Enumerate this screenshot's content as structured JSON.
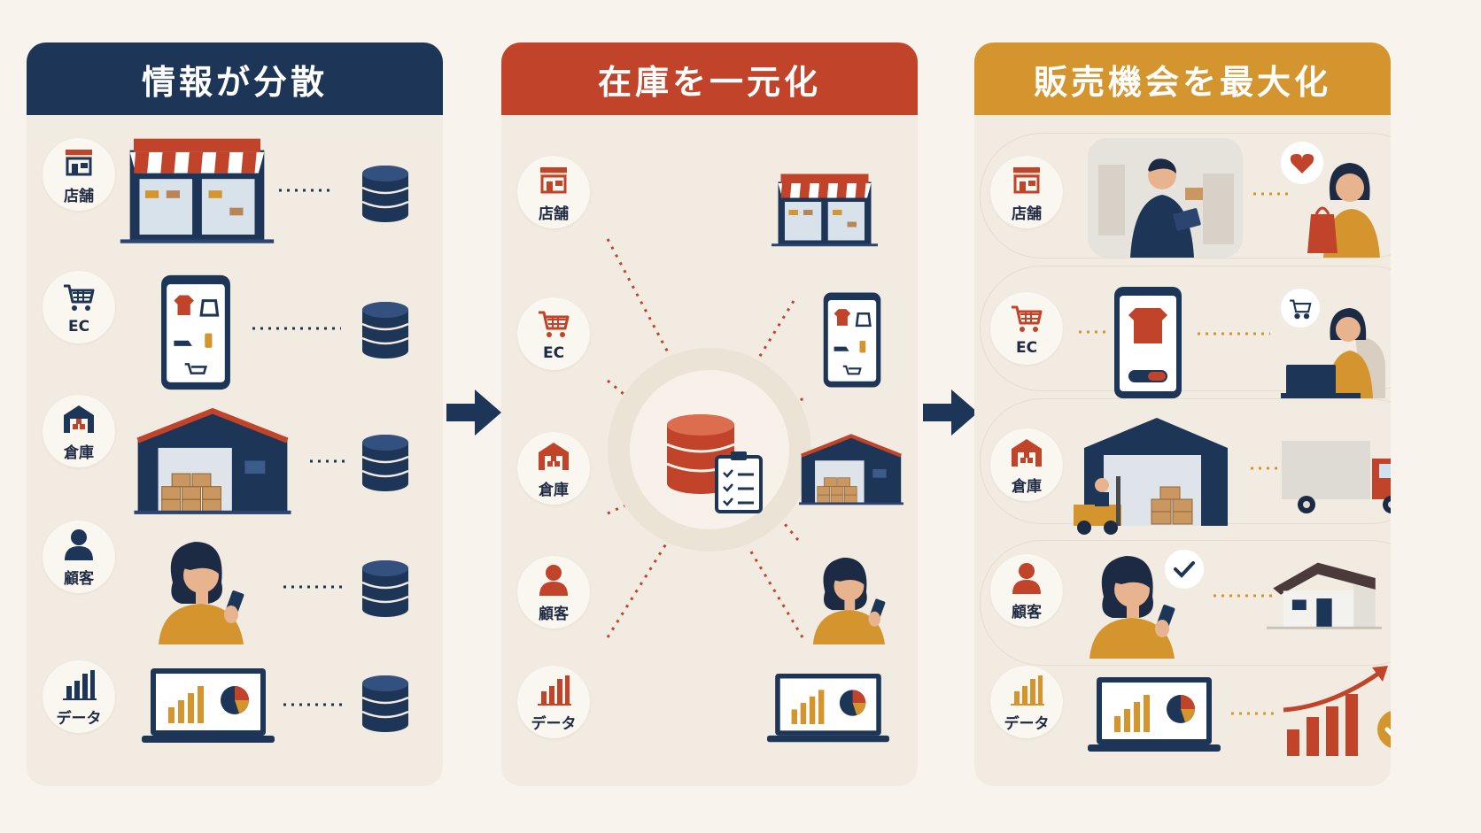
{
  "colors": {
    "navy": "#1d3557",
    "rust": "#c0432a",
    "mustard": "#d4952e",
    "cream": "#f2ebe1",
    "page": "#f8f3ec"
  },
  "panels": [
    {
      "title": "情報が分散",
      "header_color": "#1d3557",
      "rows": [
        {
          "label": "店舗",
          "icon": "store-icon"
        },
        {
          "label": "EC",
          "icon": "cart-icon"
        },
        {
          "label": "倉庫",
          "icon": "warehouse-icon"
        },
        {
          "label": "顧客",
          "icon": "person-icon"
        },
        {
          "label": "データ",
          "icon": "bar-chart-icon"
        }
      ]
    },
    {
      "title": "在庫を一元化",
      "header_color": "#c0432a",
      "rows": [
        {
          "label": "店舗",
          "icon": "store-icon"
        },
        {
          "label": "EC",
          "icon": "cart-icon"
        },
        {
          "label": "倉庫",
          "icon": "warehouse-icon"
        },
        {
          "label": "顧客",
          "icon": "person-icon"
        },
        {
          "label": "データ",
          "icon": "bar-chart-icon"
        }
      ]
    },
    {
      "title": "販売機会を最大化",
      "header_color": "#d4952e",
      "rows": [
        {
          "label": "店舗",
          "icon": "store-icon"
        },
        {
          "label": "EC",
          "icon": "cart-icon"
        },
        {
          "label": "倉庫",
          "icon": "warehouse-icon"
        },
        {
          "label": "顧客",
          "icon": "person-icon"
        },
        {
          "label": "データ",
          "icon": "bar-chart-icon"
        }
      ]
    }
  ],
  "arrows": [
    {
      "icon": "arrow-right-icon"
    },
    {
      "icon": "arrow-right-icon"
    }
  ]
}
